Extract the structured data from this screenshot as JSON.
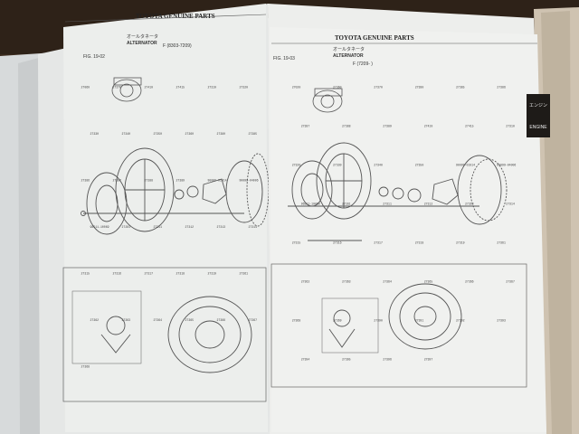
{
  "left_page": {
    "header": "TOYOTA GENUINE PARTS",
    "jp_title": "オールタネータ",
    "title": "ALTERNATOR",
    "fig": "FIG. 19-02",
    "period": "F (8303-7209)",
    "part_numbers": [
      "27060",
      "27370",
      "27410",
      "27415",
      "27310",
      "27320",
      "27330",
      "27340",
      "27350",
      "27360",
      "27380",
      "27385",
      "27386",
      "27387",
      "27388",
      "27389",
      "90099-01014",
      "90099-04006",
      "96511-10069",
      "27281",
      "27311",
      "27312",
      "27313",
      "27314",
      "27315",
      "27316",
      "27317",
      "27318",
      "27319",
      "27361",
      "27362",
      "27363",
      "27364",
      "27365",
      "27366",
      "27367",
      "27368"
    ]
  },
  "right_page": {
    "header": "TOYOTA GENUINE PARTS",
    "jp_title": "オールタネータ",
    "title": "ALTERNATOR",
    "fig": "FIG. 19-03",
    "period": "F (7209-  )",
    "tab_jp": "エンジン",
    "tab_en": "ENGINE",
    "part_numbers": [
      "27020",
      "27360",
      "27370",
      "27380",
      "27385",
      "27386",
      "27387",
      "27388",
      "27389",
      "27410",
      "27415",
      "27310",
      "27320",
      "27330",
      "27340",
      "27350",
      "90099-01014",
      "90099-04006",
      "96511-10069",
      "27281",
      "27311",
      "27312",
      "27313",
      "27314",
      "27315",
      "27316",
      "27317",
      "27318",
      "27319",
      "27361",
      "27362",
      "27363",
      "27364",
      "27365",
      "27366",
      "27367",
      "27368",
      "27369",
      "27390",
      "27391",
      "27392",
      "27393",
      "27394",
      "27395",
      "27396",
      "27397"
    ]
  },
  "colors": {
    "paper": "#e9ebe9",
    "ink": "#444",
    "background": "#3a2a1c"
  }
}
